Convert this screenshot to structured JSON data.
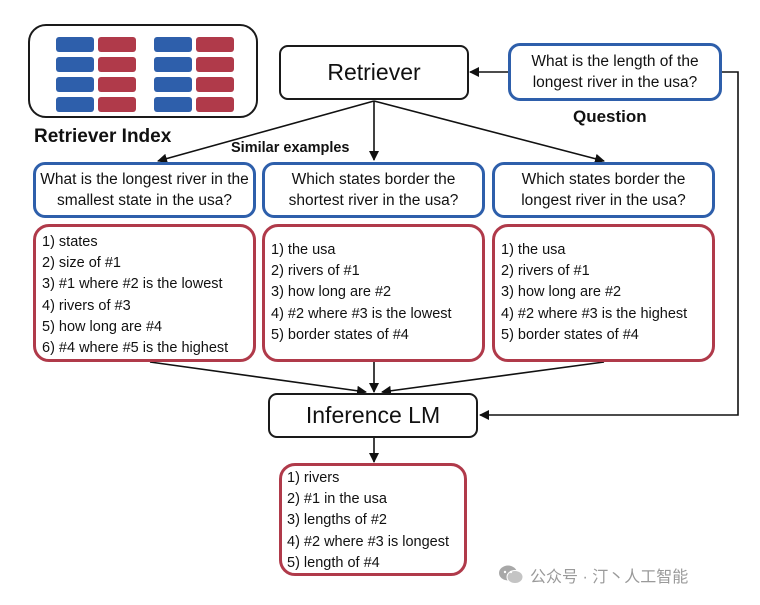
{
  "retriever": {
    "label": "Retriever"
  },
  "index": {
    "label": "Retriever Index"
  },
  "question": {
    "text": "What is the length of the longest river in the usa?",
    "label": "Question"
  },
  "similar_label": "Similar examples",
  "examples": [
    {
      "question": "What is the longest river in the smallest state in the usa?",
      "steps": [
        "1) states",
        "2) size of #1",
        "3) #1 where #2 is the lowest",
        "4) rivers of #3",
        "5) how long are #4",
        "6) #4 where #5 is the highest"
      ]
    },
    {
      "question": "Which states border the shortest river in the usa?",
      "steps": [
        "1) the usa",
        "2) rivers of #1",
        "3) how long are #2",
        "4) #2 where #3 is the lowest",
        "5) border states of #4"
      ]
    },
    {
      "question": "Which states border the longest river in the usa?",
      "steps": [
        "1) the usa",
        "2) rivers of #1",
        "3) how long are #2",
        "4) #2 where #3 is the highest",
        "5) border states of #4"
      ]
    }
  ],
  "inference": {
    "label": "Inference LM"
  },
  "output": {
    "steps": [
      "1) rivers",
      "2) #1 in the usa",
      "3) lengths of #2",
      "4) #2 where #3 is longest",
      "5) length of #4"
    ]
  },
  "watermark": "公众号 · 汀丶人工智能",
  "colors": {
    "blue": "#2e5fab",
    "red": "#b03a4a",
    "black": "#1a1a1a"
  }
}
